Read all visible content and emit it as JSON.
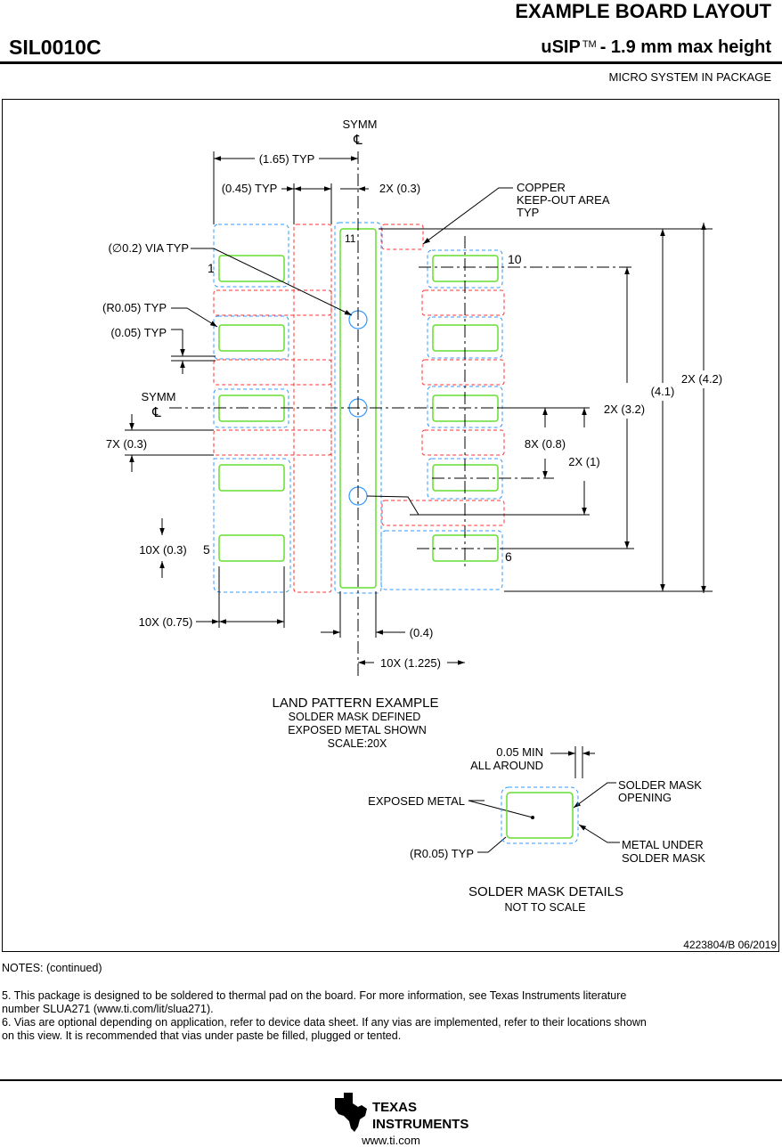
{
  "header": {
    "title": "EXAMPLE BOARD LAYOUT",
    "package_code": "SIL0010C",
    "package_name": "uSIP",
    "trademark": "TM",
    "package_desc": "- 1.9 mm max height",
    "package_type": "MICRO SYSTEM IN PACKAGE"
  },
  "drawing": {
    "symm_top": "SYMM",
    "symm_left": "SYMM",
    "centerline_symbol": "℄",
    "dim_165": "(1.65) TYP",
    "dim_045": "(0.45) TYP",
    "dim_2x03": "2X (0.3)",
    "copper_keepout": [
      "COPPER",
      "KEEP-OUT AREA",
      "TYP"
    ],
    "via": "(∅0.2) VIA TYP",
    "pin_1": "1",
    "pin_5": "5",
    "pin_6": "6",
    "pin_10": "10",
    "pin_11": "11",
    "r005": "(R0.05) TYP",
    "d005": "(0.05) TYP",
    "d7x03": "7X (0.3)",
    "d10x03": "10X (0.3)",
    "d10x075": "10X (0.75)",
    "d04": "(0.4)",
    "d10x1225": "10X (1.225)",
    "d8x08": "8X (0.8)",
    "d2x1": "2X (1)",
    "d2x32": "2X (3.2)",
    "d41": "(4.1)",
    "d2x42": "2X (4.2)",
    "lp_title": "LAND  PATTERN EXAMPLE",
    "lp_line1": "SOLDER MASK DEFINED",
    "lp_line2": "EXPOSED METAL SHOWN",
    "lp_line3": "SCALE:20X",
    "sm_min": "0.05 MIN",
    "sm_around": "ALL AROUND",
    "sm_exposed": "EXPOSED METAL",
    "sm_opening": [
      "SOLDER MASK",
      "OPENING"
    ],
    "sm_metal_under": [
      "METAL UNDER",
      "SOLDER MASK"
    ],
    "sm_r005": "(R0.05) TYP",
    "sm_title": "SOLDER MASK DETAILS",
    "sm_scale": "NOT TO SCALE",
    "doc_ref": "4223804/B   06/2019"
  },
  "notes": {
    "heading": "NOTES: (continued)",
    "n5_a": "5. This package is designed to be soldered to thermal pad on the board. For more information, see Texas Instruments literature",
    "n5_b": "number SLUA271 (www.ti.com/lit/slua271).",
    "n6_a": "6. Vias are optional depending on application, refer to device data sheet. If any vias are implemented, refer to their locations shown",
    "n6_b": "on this view. It is recommended that vias under paste be filled, plugged or tented."
  },
  "footer": {
    "brand_line1": "TEXAS",
    "brand_line2": "INSTRUMENTS",
    "url": "www.ti.com"
  },
  "colors": {
    "metal": "#66dd33",
    "mask": "#3399ff",
    "keepout": "#ff3333"
  }
}
